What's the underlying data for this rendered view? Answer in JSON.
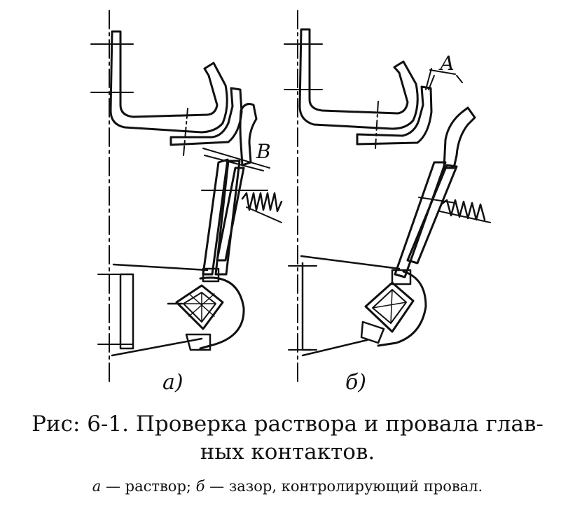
{
  "figure": {
    "caption_line1": "Рис: 6-1. Проверка раствора и провала глав-",
    "caption_line2": "ных контактов.",
    "legend": {
      "a_letter": "а",
      "a_text": " — раствор; ",
      "b_letter": "б",
      "b_text": " — зазор, контролирующий провал."
    },
    "panel_a": {
      "label": "а)",
      "gap_label": "В"
    },
    "panel_b": {
      "label": "б)",
      "gap_label": "А"
    }
  }
}
